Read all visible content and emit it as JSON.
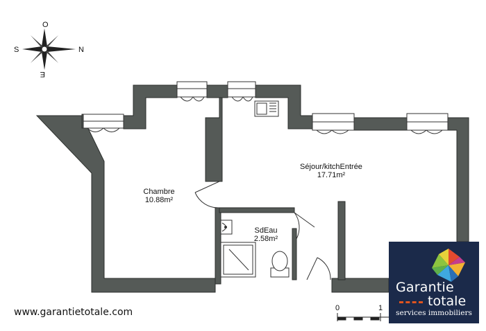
{
  "compass": {
    "north": "N",
    "south": "S",
    "east": "E",
    "west": "O"
  },
  "rooms": [
    {
      "name": "Chambre",
      "area": "10.88m²"
    },
    {
      "name": "Séjour/kitchEntrée",
      "area": "17.71m²"
    },
    {
      "name": "SdEau",
      "area": "2.58m²"
    }
  ],
  "scale": {
    "labels": [
      "0",
      "1"
    ]
  },
  "website": "www.garantietotale.com",
  "logo": {
    "brand_line1": "Garantie",
    "brand_line2": "totale",
    "tagline": "services immobiliers",
    "background_color": "#1b2a4a",
    "accent_color": "#e0541e"
  },
  "colors": {
    "wall": "#555a57",
    "wall_stroke": "#2c2f2d"
  }
}
